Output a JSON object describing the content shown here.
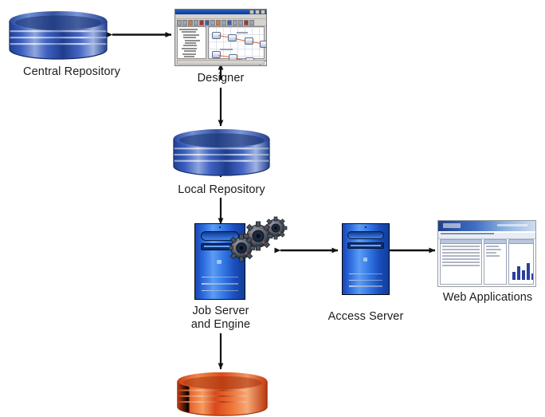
{
  "diagram": {
    "title": "Data Integrator architecture",
    "background": "#ffffff",
    "nodes": [
      {
        "id": "central-repository",
        "label": "Central Repository",
        "type": "database-cylinder",
        "color": "#2b49a8"
      },
      {
        "id": "designer",
        "label": "Designer",
        "type": "application-window-screenshot"
      },
      {
        "id": "local-repository",
        "label": "Local Repository",
        "type": "database-cylinder",
        "color": "#2b49a8"
      },
      {
        "id": "job-server-and-engine",
        "label": "Job Server\nand Engine",
        "type": "server-tower-with-gears",
        "color": "#2f73e2"
      },
      {
        "id": "access-server",
        "label": "Access Server",
        "type": "server-tower",
        "color": "#2f73e2"
      },
      {
        "id": "web-applications",
        "label": "Web Applications",
        "type": "browser-window-screenshot"
      },
      {
        "id": "target-datastore",
        "label": "",
        "type": "database-cylinder",
        "color": "#e2571f"
      }
    ],
    "connectors": [
      {
        "id": "central-repository-to-designer",
        "from": "central-repository",
        "to": "designer",
        "direction": "bidirectional",
        "orientation": "horizontal"
      },
      {
        "id": "designer-to-local-repository-up",
        "from": "designer",
        "to": "designer",
        "direction": "up",
        "orientation": "vertical"
      },
      {
        "id": "designer-to-local-repository",
        "from": "designer",
        "to": "local-repository",
        "direction": "down",
        "orientation": "vertical"
      },
      {
        "id": "local-repository-to-job-server",
        "from": "local-repository",
        "to": "job-server-and-engine",
        "direction": "down",
        "orientation": "vertical"
      },
      {
        "id": "job-server-to-local-repository-up",
        "from": "job-server-and-engine",
        "to": "local-repository",
        "direction": "up",
        "orientation": "vertical"
      },
      {
        "id": "job-server-to-access-server",
        "from": "job-server-and-engine",
        "to": "access-server",
        "direction": "bidirectional",
        "orientation": "horizontal"
      },
      {
        "id": "access-server-to-web-applications",
        "from": "access-server",
        "to": "web-applications",
        "direction": "bidirectional",
        "orientation": "horizontal"
      },
      {
        "id": "job-server-to-target-datastore",
        "from": "job-server-and-engine",
        "to": "target-datastore",
        "direction": "down",
        "orientation": "vertical"
      }
    ]
  }
}
